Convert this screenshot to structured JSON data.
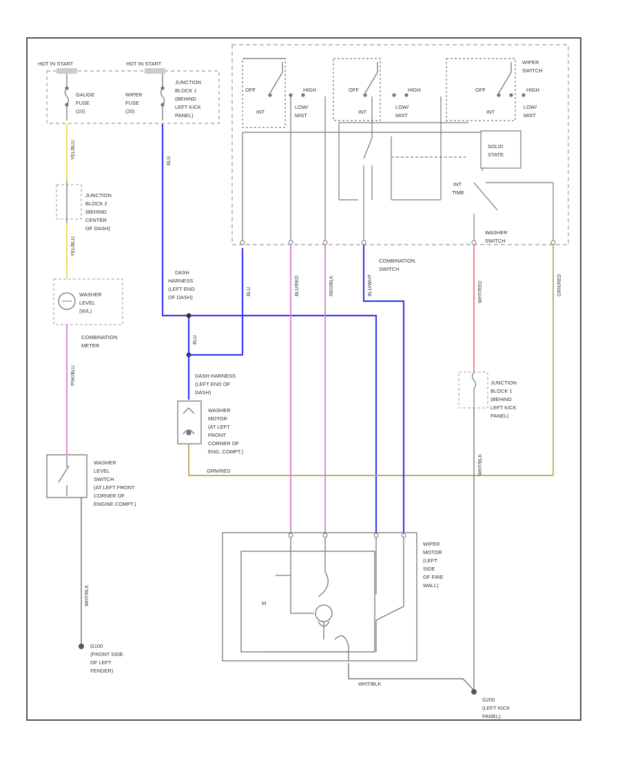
{
  "fuses": {
    "hot_left": "HOT IN START",
    "hot_right": "HOT IN START",
    "gauge_fuse": [
      "GAUGE",
      "FUSE",
      "(10)"
    ],
    "wiper_fuse": [
      "WIPER",
      "FUSE",
      "(20)"
    ],
    "junction_block_1": [
      "JUNCTION",
      "BLOCK 1",
      "(BEHIND",
      "LEFT KICK",
      "PANEL)"
    ]
  },
  "junction_block_2": [
    "JUNCTION",
    "BLOCK 2",
    "(BEHIND",
    "CENTER",
    "OF DASH)"
  ],
  "washer_level_light": [
    "WASHER",
    "LEVEL",
    "(W/L)"
  ],
  "combination_meter": [
    "COMBINATION",
    "METER"
  ],
  "dash_harness_top": [
    "DASH",
    "HARNESS",
    "(LEFT END",
    "OF DASH)"
  ],
  "dash_harness_bottom": [
    "DASH HARNESS",
    "(LEFT END OF",
    "DASH)"
  ],
  "washer_motor": [
    "WASHER",
    "MOTOR",
    "(AT LEFT",
    "FRONT",
    "CORNER OF",
    "ENG. COMPT.)"
  ],
  "washer_level_switch": [
    "WASHER",
    "LEVEL",
    "SWITCH",
    "(AT LEFT FRONT",
    "CORNER OF",
    "ENGINE COMPT.)"
  ],
  "ground_left": [
    "G100",
    "(FRONT SIDE",
    "OF LEFT",
    "FENDER)"
  ],
  "ground_right": [
    "G200",
    "(LEFT KICK",
    "PANEL)"
  ],
  "wiper_switch": [
    "WIPER",
    "SWITCH"
  ],
  "switch_positions": {
    "off": "OFF",
    "high": "HIGH",
    "int": "INT",
    "low_mist": [
      "LOW/",
      "MIST"
    ]
  },
  "solid_state": [
    "SOLID",
    "STATE"
  ],
  "int_time": [
    "INT",
    "TIME"
  ],
  "washer_switch": [
    "WASHER",
    "SWITCH"
  ],
  "combination_switch": [
    "COMBINATION",
    "SWITCH"
  ],
  "junction_block_1_right": [
    "JUNCTION",
    "BLOCK 1",
    "(BEHIND",
    "LEFT KICK",
    "PANEL)"
  ],
  "wiper_motor": [
    "WIPER",
    "MOTOR",
    "(LEFT",
    "SIDE",
    "OF FIRE",
    "WALL)"
  ],
  "wire_labels": {
    "grn_red": "GRN/RED",
    "wht_blk": "WHT/BLK"
  },
  "colors": {
    "blue_wire": "#3a3af0",
    "pink_wire": "#d98ad9",
    "red_wire": "#ee7777",
    "yellow_wire": "#e8e060",
    "green_wire": "#99cc55",
    "tan_wire": "#c8aa66",
    "black_wire": "#666666"
  }
}
